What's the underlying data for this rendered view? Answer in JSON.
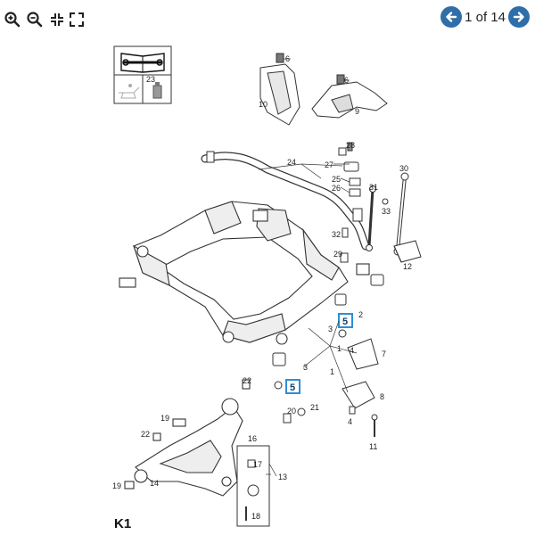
{
  "toolbar": {
    "icons": [
      "zoom-in-icon",
      "zoom-out-icon",
      "fit-page-icon",
      "fullscreen-icon"
    ]
  },
  "pager": {
    "text": "1 of 14",
    "icons": [
      "arrow-left-icon",
      "arrow-right-icon"
    ],
    "accent": "#2f6ea8"
  },
  "diagram": {
    "legend_number": "23",
    "section_label": "K1",
    "highlight_color": "#2b8fd6",
    "callouts": {
      "c1a": "1",
      "c1b": "1",
      "c2": "2",
      "c3a": "3",
      "c3b": "3",
      "c4a": "4",
      "c4b": "4",
      "c5a": "5",
      "c5b": "5",
      "c6a": "6",
      "c6b": "6",
      "c7": "7",
      "c8": "8",
      "c9": "9",
      "c10": "10",
      "c11": "11",
      "c12": "12",
      "c13": "13",
      "c14": "14",
      "c16": "16",
      "c17": "17",
      "c18": "18",
      "c19a": "19",
      "c19b": "19",
      "c20": "20",
      "c21": "21",
      "c22a": "22",
      "c22b": "22",
      "c24": "24",
      "c25": "25",
      "c26": "26",
      "c27": "27",
      "c28": "28",
      "c29": "29",
      "c30": "30",
      "c31": "31",
      "c32": "32",
      "c33": "33"
    }
  }
}
